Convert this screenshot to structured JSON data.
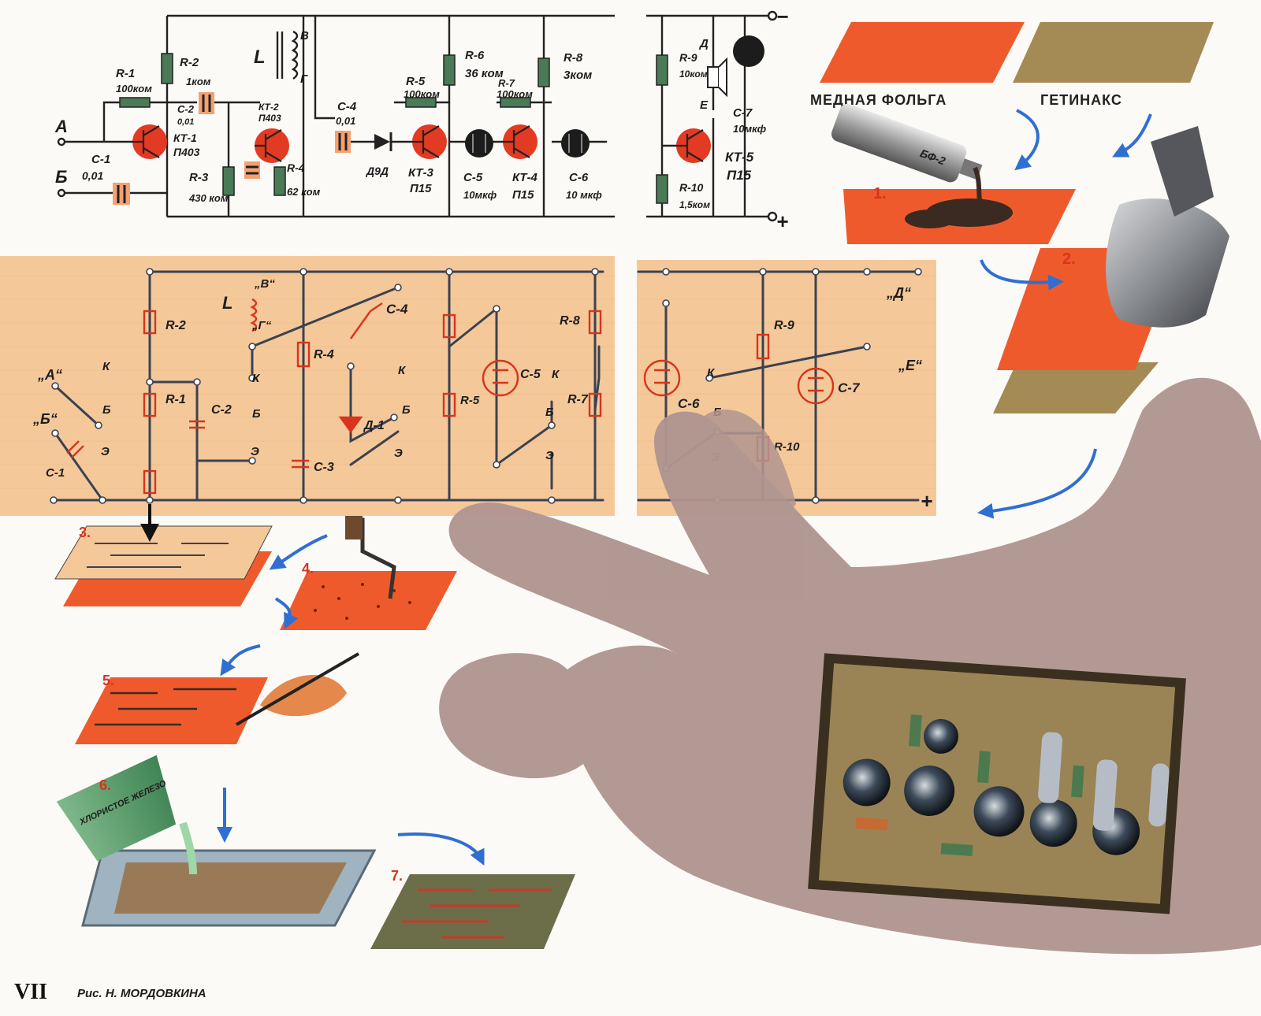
{
  "schematic": {
    "inputs": [
      "А",
      "Б"
    ],
    "outputs": [
      "−",
      "+"
    ],
    "components": [
      {
        "ref": "R-1",
        "value": "100ком"
      },
      {
        "ref": "R-2",
        "value": "1ком"
      },
      {
        "ref": "R-3",
        "value": "430 ком"
      },
      {
        "ref": "R-4",
        "value": "62 ком"
      },
      {
        "ref": "R-5",
        "value": "100ком"
      },
      {
        "ref": "R-6",
        "value": "36 ком"
      },
      {
        "ref": "R-7",
        "value": "100ком"
      },
      {
        "ref": "R-8",
        "value": "3ком"
      },
      {
        "ref": "R-9",
        "value": "10ком"
      },
      {
        "ref": "R-10",
        "value": "1,5ком"
      },
      {
        "ref": "C-1",
        "value": "0,01"
      },
      {
        "ref": "C-2",
        "value": "0,01"
      },
      {
        "ref": "C-4",
        "value": "0,01"
      },
      {
        "ref": "C-5",
        "value": "10мкф"
      },
      {
        "ref": "C-6",
        "value": "10 мкф"
      },
      {
        "ref": "C-7",
        "value": "10мкф"
      },
      {
        "ref": "КТ-1",
        "value": "П403"
      },
      {
        "ref": "КТ-2",
        "value": "П403"
      },
      {
        "ref": "КТ-3",
        "value": "П15"
      },
      {
        "ref": "КТ-4",
        "value": "П15"
      },
      {
        "ref": "КТ-5",
        "value": "П15"
      },
      {
        "ref": "L",
        "value": ""
      },
      {
        "ref": "Д9Д",
        "value": ""
      }
    ],
    "coil_pins": [
      "В",
      "Г"
    ],
    "earphone_pins": [
      "Д",
      "Е"
    ]
  },
  "layout_board": {
    "labels": [
      "R-2",
      "R-1",
      "C-2",
      "C-1",
      "R-4",
      "C-3",
      "C-4",
      "Д-1",
      "C-5",
      "R-5",
      "R-8",
      "R-7",
      "C-6",
      "R-9",
      "R-10",
      "C-7"
    ],
    "terminals": [
      "„А“",
      "„Б“",
      "„В“",
      "„Г“",
      "„Д“",
      "„Е“",
      "+"
    ],
    "transistor_pins": [
      "К",
      "Б",
      "Э"
    ],
    "coil": "L"
  },
  "steps": {
    "materials": [
      "МЕДНАЯ ФОЛЬГА",
      "ГЕТИНАКС"
    ],
    "glue_tube": "БФ-2",
    "numbers": [
      "1.",
      "2.",
      "3.",
      "4.",
      "5.",
      "6.",
      "7."
    ],
    "solution": "ХЛОРИСТОЕ ЖЕЛЕЗО"
  },
  "footer": {
    "page": "VII",
    "credit": "Рис. Н. МОРДОВКИНА"
  },
  "colors": {
    "board": "#f5c89a",
    "copper": "#ef5a2c",
    "getinax": "#a48a55",
    "arrow": "#2f6fd2",
    "hand": "#b09590",
    "red_trace": "#d8341c"
  }
}
